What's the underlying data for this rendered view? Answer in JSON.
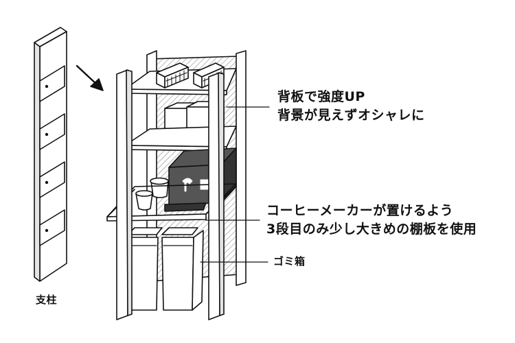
{
  "labels": {
    "backboard": {
      "line1": "背板で強度UP",
      "line2": "背景が見えずオシャレに"
    },
    "shelf": {
      "line1": "コーヒーメーカーが置けるよう",
      "line2": "3段目のみ少し大きめの棚板を使用"
    },
    "trash": "ゴミ箱",
    "post": "支柱"
  },
  "colors": {
    "ink": "#111111",
    "wood": "#ffffff",
    "shade": "#d9d9d9",
    "device": "#555555",
    "device_dark": "#333333"
  }
}
